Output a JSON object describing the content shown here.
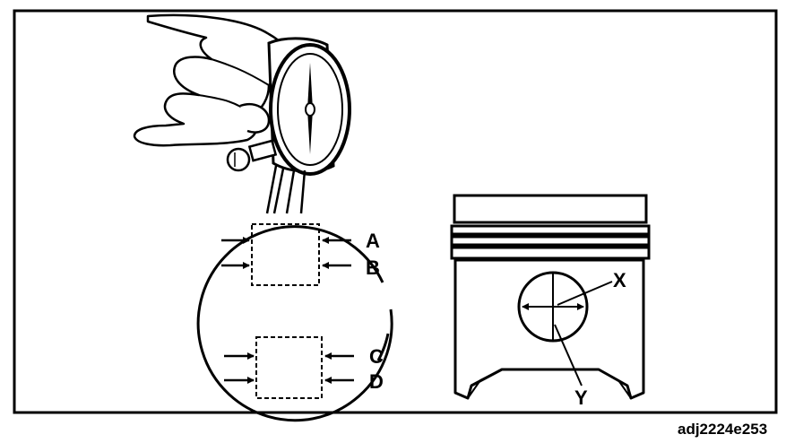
{
  "labels": {
    "a": "A",
    "b": "B",
    "c": "C",
    "d": "D",
    "x": "X",
    "y": "Y"
  },
  "figure_code": "adj2224e253",
  "colors": {
    "line": "#000000",
    "background": "#ffffff",
    "skin": "#ffffff"
  },
  "icons": {
    "gauge": "bore-gauge-icon",
    "hand": "hand-icon",
    "piston": "piston-icon"
  }
}
